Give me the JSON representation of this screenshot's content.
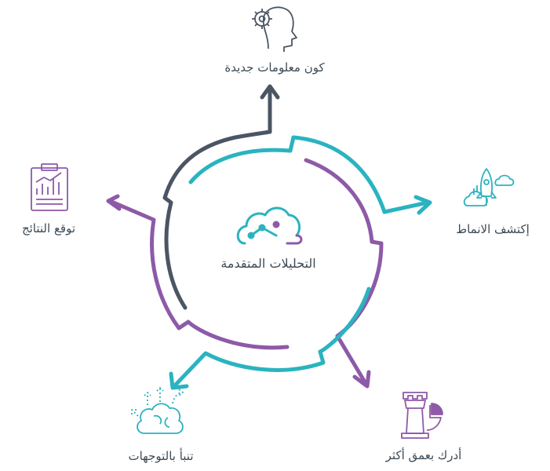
{
  "center": {
    "label": "التحليلات المتقدمة"
  },
  "stages": [
    {
      "label": "كون معلومات جديدة",
      "icon": "head-gear-icon",
      "color": "#4b5563"
    },
    {
      "label": "إكتشف الانماط",
      "icon": "rocket-cloud-icon",
      "color": "#2ab3c0"
    },
    {
      "label": "أدرك بعمق أكثر",
      "icon": "chess-rook-pie-icon",
      "color": "#8d5aa8"
    },
    {
      "label": "تنبأ بالتوجهات",
      "icon": "brain-arrows-icon",
      "color": "#2ab3c0"
    },
    {
      "label": "توقع النتائج",
      "icon": "report-chart-icon",
      "color": "#8d5aa8"
    }
  ],
  "colors": {
    "teal": "#2ab3c0",
    "purple": "#8d5aa8",
    "slate": "#4b5563",
    "text": "#3d4a55"
  }
}
